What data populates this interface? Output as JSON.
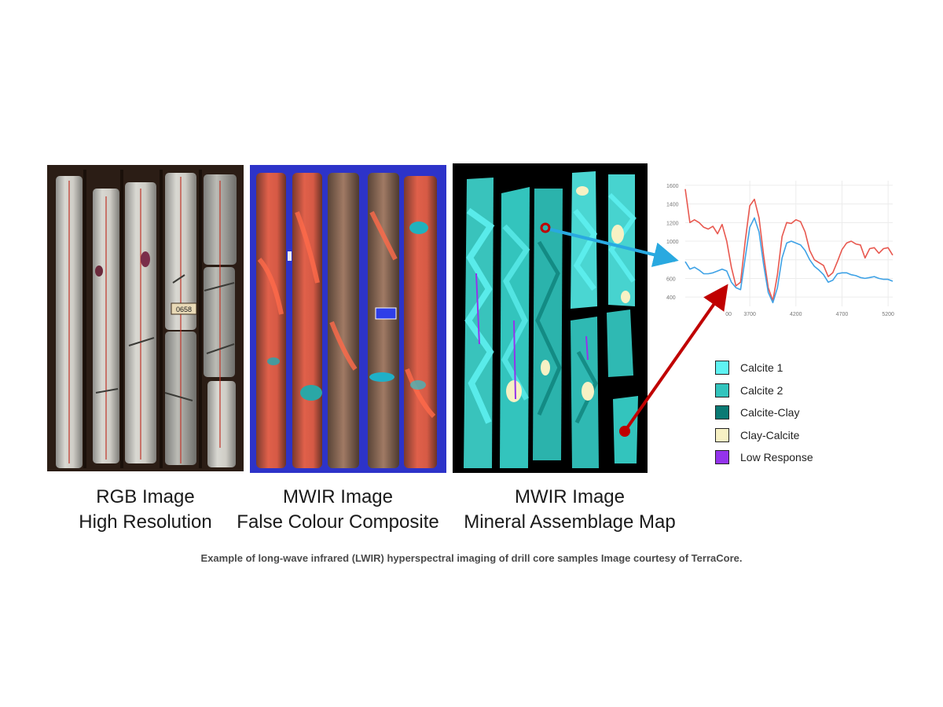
{
  "panels": {
    "rgb": {
      "caption_line1": "RGB Image",
      "caption_line2": "High Resolution",
      "tag_text": "0658"
    },
    "false_colour": {
      "caption_line1": "MWIR Image",
      "caption_line2": "False Colour Composite"
    },
    "mineral_map": {
      "caption_line1": "MWIR Image",
      "caption_line2": "Mineral Assemblage Map"
    }
  },
  "legend": {
    "items": [
      {
        "label": "Calcite 1",
        "color": "#5ff2f2"
      },
      {
        "label": "Calcite 2",
        "color": "#33c4bd"
      },
      {
        "label": "Calcite-Clay",
        "color": "#0a7a74"
      },
      {
        "label": "Clay-Calcite",
        "color": "#f7f1c4"
      },
      {
        "label": "Low Response",
        "color": "#9433ec"
      }
    ]
  },
  "figure_caption": "Example of long-wave infrared (LWIR) hyperspectral imaging of drill core samples Image courtesy of TerraCore.",
  "arrows": {
    "blue_color": "#29a9e0",
    "red_color": "#c00000"
  },
  "chart_data": {
    "type": "line",
    "title": "",
    "xlabel": "",
    "ylabel": "",
    "xlim": [
      3000,
      5250
    ],
    "ylim": [
      300,
      1650
    ],
    "grid": true,
    "x_ticks": [
      3700,
      4200,
      4700,
      5200
    ],
    "x_tick_labels": [
      "3700",
      "4200",
      "4700",
      "5200"
    ],
    "partial_tick_label": "00",
    "y_ticks": [
      400,
      600,
      800,
      1000,
      1200,
      1400,
      1600
    ],
    "y_tick_labels": [
      "400",
      "600",
      "800",
      "1000",
      "1200",
      "1400",
      "1600"
    ],
    "series": [
      {
        "color": "#e8584f",
        "x": [
          3000,
          3050,
          3100,
          3150,
          3200,
          3250,
          3300,
          3350,
          3400,
          3450,
          3500,
          3550,
          3600,
          3650,
          3700,
          3750,
          3800,
          3850,
          3900,
          3950,
          4000,
          4050,
          4100,
          4150,
          4200,
          4250,
          4300,
          4350,
          4400,
          4450,
          4500,
          4550,
          4600,
          4650,
          4700,
          4750,
          4800,
          4850,
          4900,
          4950,
          5000,
          5050,
          5100,
          5150,
          5200,
          5250
        ],
        "y": [
          1560,
          1200,
          1230,
          1200,
          1150,
          1130,
          1160,
          1080,
          1180,
          1000,
          720,
          520,
          560,
          1000,
          1380,
          1450,
          1250,
          850,
          500,
          360,
          640,
          1050,
          1200,
          1190,
          1230,
          1210,
          1100,
          900,
          800,
          770,
          740,
          620,
          660,
          780,
          910,
          980,
          1000,
          970,
          960,
          820,
          920,
          930,
          870,
          920,
          930,
          850
        ]
      },
      {
        "color": "#3fa2e6",
        "x": [
          3000,
          3050,
          3100,
          3150,
          3200,
          3250,
          3300,
          3350,
          3400,
          3450,
          3500,
          3550,
          3600,
          3650,
          3700,
          3750,
          3800,
          3850,
          3900,
          3950,
          4000,
          4050,
          4100,
          4150,
          4200,
          4250,
          4300,
          4350,
          4400,
          4450,
          4500,
          4550,
          4600,
          4650,
          4700,
          4750,
          4800,
          4850,
          4900,
          4950,
          5000,
          5050,
          5100,
          5150,
          5200,
          5250
        ],
        "y": [
          780,
          700,
          720,
          690,
          650,
          650,
          660,
          680,
          700,
          680,
          560,
          500,
          480,
          820,
          1150,
          1250,
          1100,
          750,
          450,
          340,
          500,
          820,
          980,
          1000,
          980,
          960,
          900,
          800,
          730,
          690,
          640,
          560,
          580,
          650,
          660,
          660,
          640,
          630,
          610,
          600,
          610,
          620,
          600,
          590,
          590,
          570
        ]
      }
    ]
  }
}
